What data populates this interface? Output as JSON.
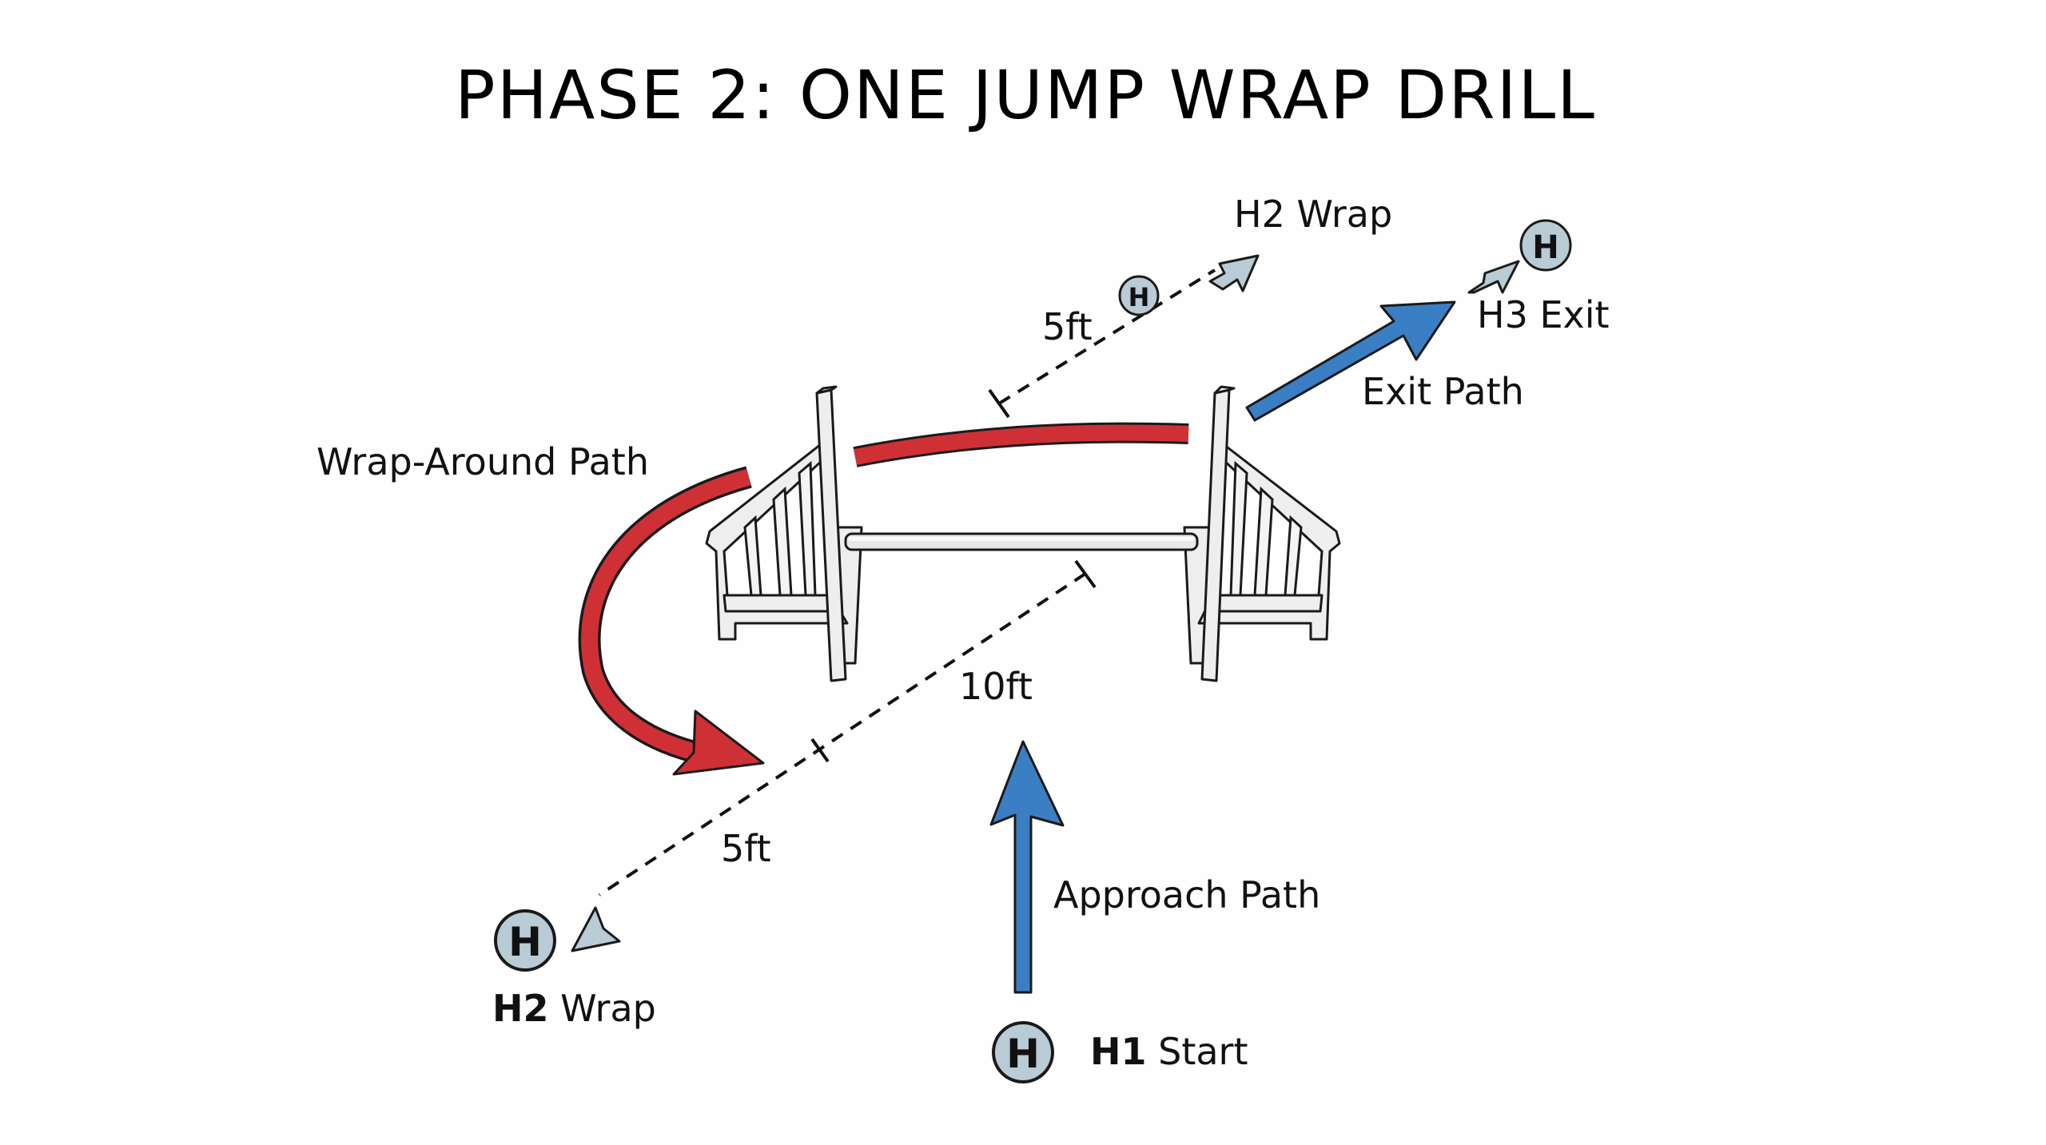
{
  "title": "PHASE 2: ONE JUMP WRAP DRILL",
  "colors": {
    "background": "#fefefe",
    "wrap_path_red": "#cf3036",
    "approach_exit_blue": "#3a7fc3",
    "handler_marker_fill": "#b9cbd4",
    "outline": "#1a1a1a"
  },
  "labels": {
    "wrap_around_path": "Wrap-Around Path",
    "exit_path": "Exit Path",
    "approach_path": "Approach Path",
    "h2_wrap_top": "H2 Wrap",
    "h3_exit_bold": "H3",
    "h3_exit_rest": " Exit",
    "h2_wrap_bottom_bold": "H2",
    "h2_wrap_bottom_rest": " Wrap",
    "h1_start_bold": "H1",
    "h1_start_rest": " Start"
  },
  "distances": {
    "top_5ft": "5ft",
    "middle_10ft": "10ft",
    "bottom_5ft": "5ft"
  },
  "handler_markers": {
    "letter": "H",
    "positions": [
      "H1 Start",
      "H2 Wrap (far side)",
      "H2 Wrap (near side)",
      "H3 Exit"
    ]
  },
  "icons": {
    "jump": "agility-jump-with-wing-stands",
    "handler": "handler-circle-h-icon",
    "wrap_arrow": "curved-red-arrow",
    "approach_arrow": "blue-up-arrow",
    "exit_arrow": "blue-diagonal-arrow",
    "handler_move_arrow": "gray-small-arrow"
  }
}
